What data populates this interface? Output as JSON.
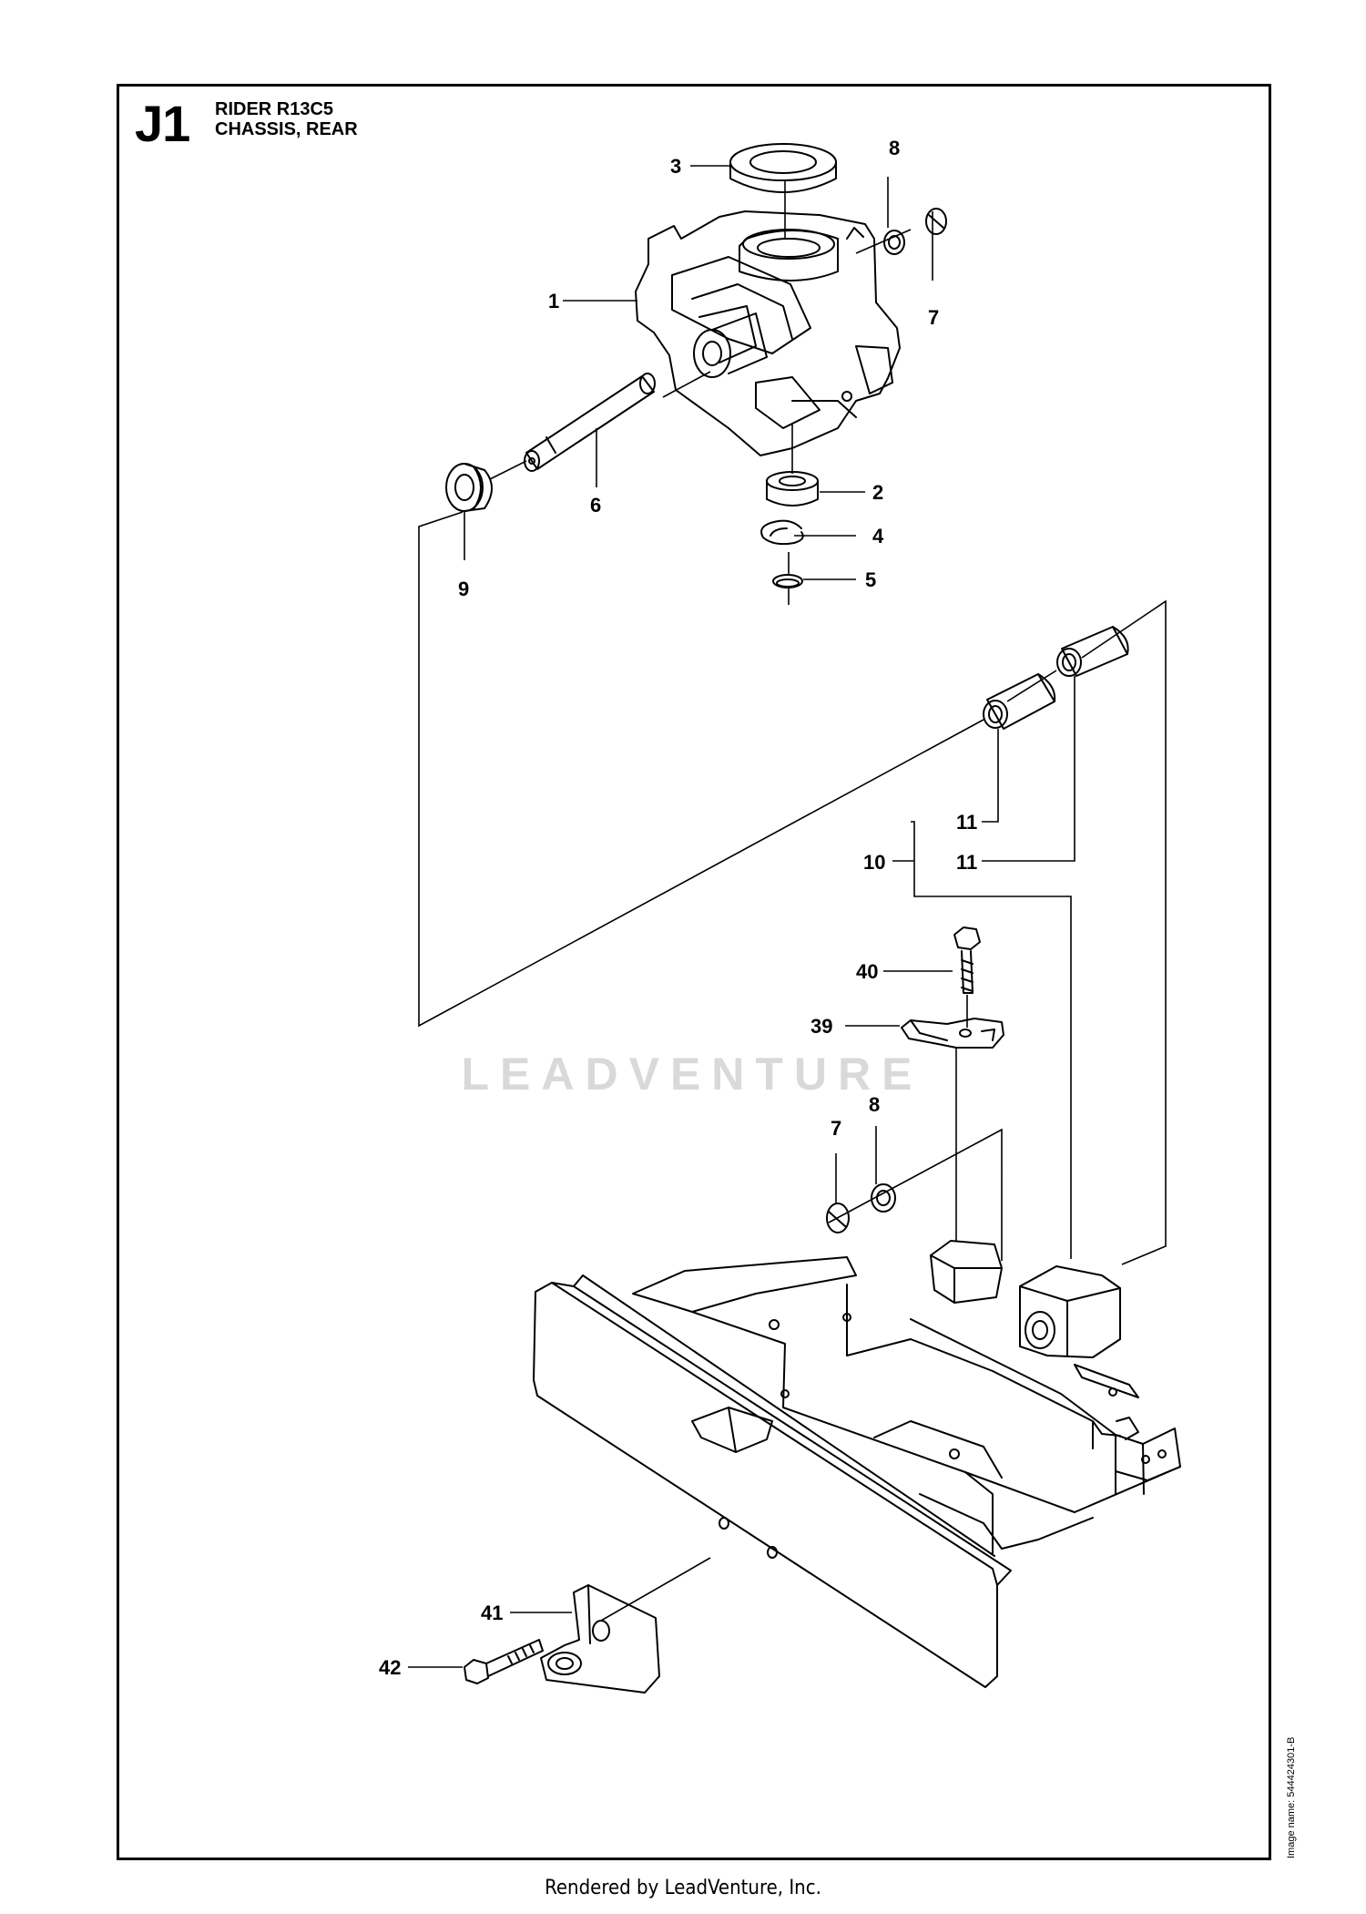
{
  "header": {
    "section": "J1",
    "title_line1": "RIDER R13C5",
    "title_line2": "CHASSIS, REAR"
  },
  "image_name": "Image name: 544424301-B",
  "watermark": "LEADVENTURE",
  "footer": "Rendered by LeadVenture, Inc.",
  "callouts": {
    "c1": "1",
    "c2": "2",
    "c3": "3",
    "c4": "4",
    "c5": "5",
    "c6": "6",
    "c7a": "7",
    "c7b": "7",
    "c8a": "8",
    "c8b": "8",
    "c9": "9",
    "c10": "10",
    "c11a": "11",
    "c11b": "11",
    "c39": "39",
    "c40": "40",
    "c41": "41",
    "c42": "42"
  },
  "colors": {
    "line": "#000000",
    "watermark": "#d9d9d9",
    "background": "#ffffff"
  }
}
